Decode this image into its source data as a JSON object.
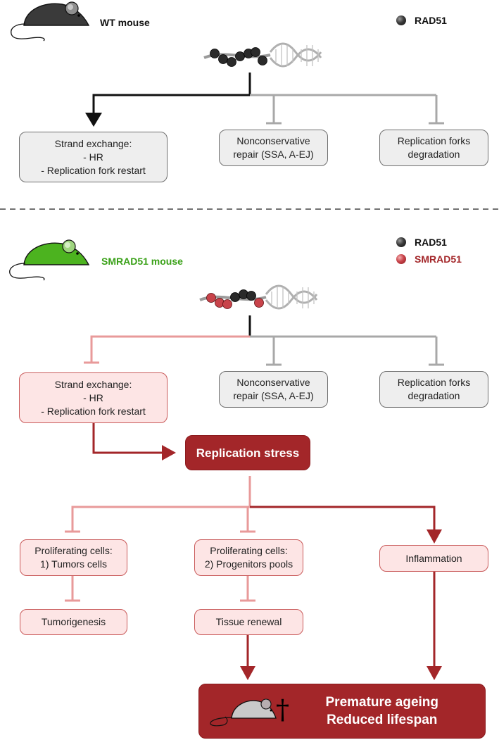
{
  "top": {
    "mouse_label": "WT mouse",
    "legend": [
      {
        "label": "RAD51",
        "color": "#1a1a1a"
      }
    ],
    "outcomes": [
      {
        "lines": [
          "Strand exchange:",
          "-  HR",
          "-  Replication fork restart"
        ],
        "state": "active"
      },
      {
        "lines": [
          "Nonconservative",
          "repair (SSA, A-EJ)"
        ],
        "state": "inhibited"
      },
      {
        "lines": [
          "Replication forks",
          "degradation"
        ],
        "state": "inhibited"
      }
    ]
  },
  "bottom": {
    "mouse_label": "SMRAD51 mouse",
    "mouse_label_color": "#3aa118",
    "legend": [
      {
        "label": "RAD51",
        "color": "#1a1a1a"
      },
      {
        "label": "SMRAD51",
        "color": "#a32629"
      }
    ],
    "outcomes": [
      {
        "lines": [
          "Strand exchange:",
          "-  HR",
          "-  Replication fork restart"
        ],
        "state": "reduced"
      },
      {
        "lines": [
          "Nonconservative",
          "repair (SSA, A-EJ)"
        ],
        "state": "inhibited"
      },
      {
        "lines": [
          "Replication forks",
          "degradation"
        ],
        "state": "inhibited"
      }
    ],
    "stress": "Replication stress",
    "consequences": [
      {
        "lines": [
          "Proliferating cells:",
          "1) Tumors cells"
        ],
        "next": "Tumorigenesis"
      },
      {
        "lines": [
          "Proliferating cells:",
          "2) Progenitors pools"
        ],
        "next": "Tissue renewal"
      },
      {
        "lines": [
          "Inflammation"
        ]
      }
    ],
    "final": [
      "Premature ageing",
      "Reduced lifespan"
    ],
    "final_symbol": "†"
  },
  "colors": {
    "black_arrow": "#111111",
    "gray_arrow": "#a8a8a8",
    "pink_line": "#e89a9a",
    "dark_red": "#a32629",
    "wt_mouse": "#3a3a3a",
    "smrad_mouse": "#4cb31f"
  }
}
